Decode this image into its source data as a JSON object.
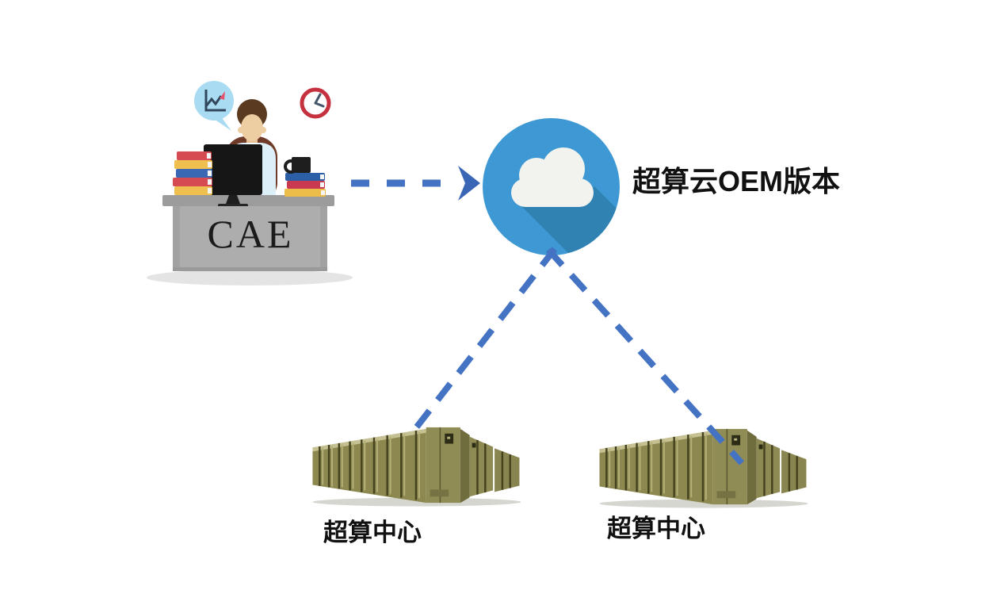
{
  "desk_scene": {
    "label": "CAE"
  },
  "cloud": {
    "label": "超算云OEM版本"
  },
  "datacenters": [
    {
      "label": "超算中心"
    },
    {
      "label": "超算中心"
    }
  ],
  "icons": {
    "cloud": "cloud-icon",
    "chart_bubble": "chart-speech-bubble-icon",
    "clock": "clock-icon",
    "person": "person-at-desk-icon",
    "monitor": "monitor-icon",
    "books_left": "book-stack-icon",
    "books_right": "book-stack-icon",
    "mug": "coffee-mug-icon",
    "server": "server-cluster-icon",
    "arrow": "dashed-arrow-icon"
  },
  "colors": {
    "arrow_blue": "#4573C4",
    "arrowhead_blue": "#3A66B5",
    "cloud_blue": "#3D98D3",
    "cloud_shadow": "#2F82B1",
    "cloud_white": "#F2F3EF",
    "server_olive": "#8C8850",
    "label_color": "#111111"
  }
}
